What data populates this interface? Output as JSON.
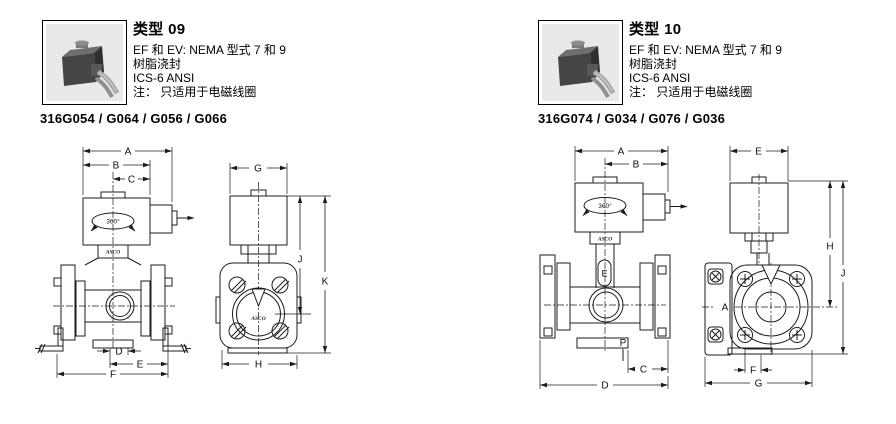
{
  "page": {
    "background": "#ffffff"
  },
  "sections": [
    {
      "title": "类型 09",
      "desc_lines": [
        "EF 和 EV: NEMA 型式 7 和 9",
        "树脂浇封",
        "ICS-6 ANSI",
        "注： 只适用于电磁线圈"
      ],
      "part_number": "316G054 / G064 / G056 / G066",
      "side_view": {
        "dim_a": "A",
        "dim_b": "B",
        "dim_c": "C",
        "dim_d": "D",
        "dim_e": "E",
        "dim_f": "F",
        "rotation": "360°",
        "brand": "ASCO"
      },
      "front_view": {
        "dim_g": "G",
        "dim_h": "H",
        "dim_j": "J",
        "dim_k": "K",
        "brand": "ASCO"
      }
    },
    {
      "title": "类型 10",
      "desc_lines": [
        "EF 和 EV: NEMA 型式 7 和 9",
        "树脂浇封",
        "ICS-6 ANSI",
        "注： 只适用于电磁线圈"
      ],
      "part_number": "316G074 / G034 / G076 / G036",
      "side_view": {
        "dim_a": "A",
        "dim_b": "B",
        "dim_c": "C",
        "dim_d": "D",
        "dim_e": "E",
        "dim_p": "P",
        "rotation": "360°",
        "brand": "ASCO"
      },
      "front_view": {
        "dim_a": "A",
        "dim_e": "E",
        "dim_f": "F",
        "dim_g": "G",
        "dim_h": "H",
        "dim_j": "J"
      }
    }
  ]
}
